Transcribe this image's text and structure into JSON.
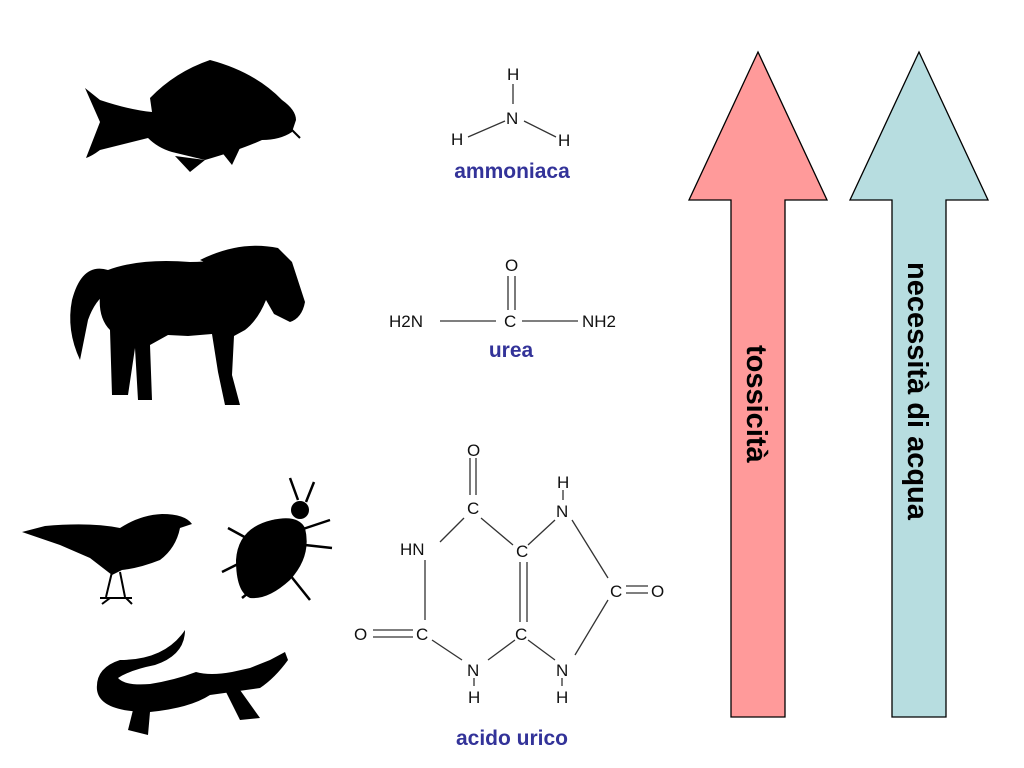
{
  "compounds": {
    "ammonia": {
      "name": "ammoniaca",
      "atoms": {
        "h_top": "H",
        "h_left": "H",
        "n": "N",
        "h_right": "H"
      }
    },
    "urea": {
      "name": "urea",
      "atoms": {
        "o": "O",
        "h2n": "H2N",
        "c": "C",
        "nh2": "NH2"
      }
    },
    "uric_acid": {
      "name": "acido urico",
      "atoms": {
        "o_top": "O",
        "c_top": "C",
        "h_n7": "H",
        "n7": "N",
        "hn1": "HN",
        "c5": "C",
        "c8": "C",
        "o8": "O",
        "o2": "O",
        "c2": "C",
        "c4": "C",
        "n3": "N",
        "n9": "N",
        "h_n3": "H",
        "h_n9": "H"
      }
    }
  },
  "arrows": [
    {
      "label": "tossicità",
      "color": "#ff9a9a"
    },
    {
      "label": "necessità di acqua",
      "color": "#b7dde0"
    }
  ],
  "animals": [
    "fish",
    "horse",
    "bird",
    "insect",
    "crocodile"
  ],
  "colors": {
    "label": "#333399",
    "silhouette": "#000000",
    "outline": "#000000"
  }
}
